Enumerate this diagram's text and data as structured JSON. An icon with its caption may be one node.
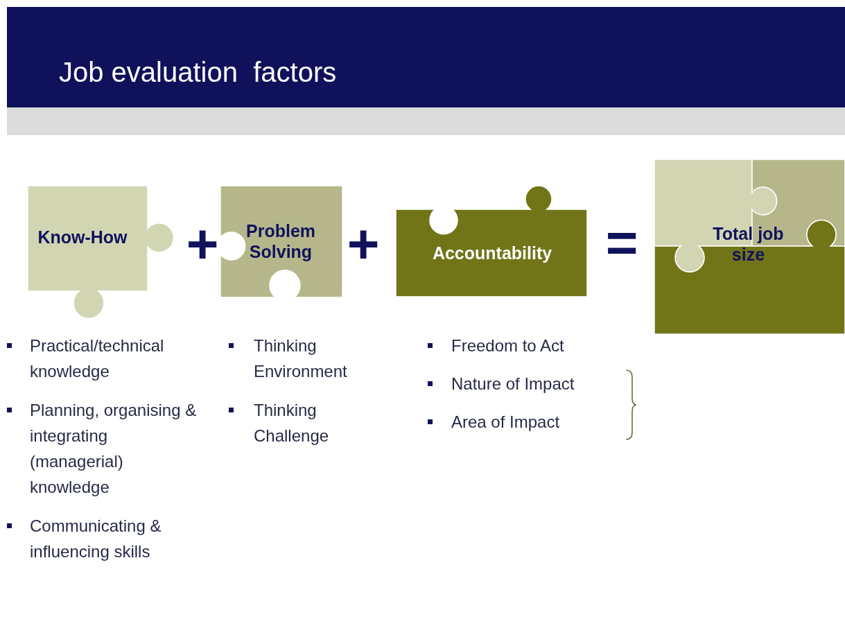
{
  "diagram": {
    "title": "Job evaluation  factors",
    "nodes": [
      {
        "text": [
          "Know-How"
        ]
      },
      {
        "text": [
          "Problem Solving"
        ]
      },
      {
        "text": [
          "Accountability"
        ]
      },
      {
        "text": [
          "Total job size"
        ]
      }
    ],
    "labels": [
      "+",
      "+",
      "=",
      "Practical/technical knowledge",
      "Planning, organising & integrating (managerial) knowledge",
      "Communicating & influencing skills",
      "Thinking Environment",
      "Thinking Challenge",
      "Freedom to Act",
      "Nature of Impact",
      "Area of Impact"
    ]
  }
}
